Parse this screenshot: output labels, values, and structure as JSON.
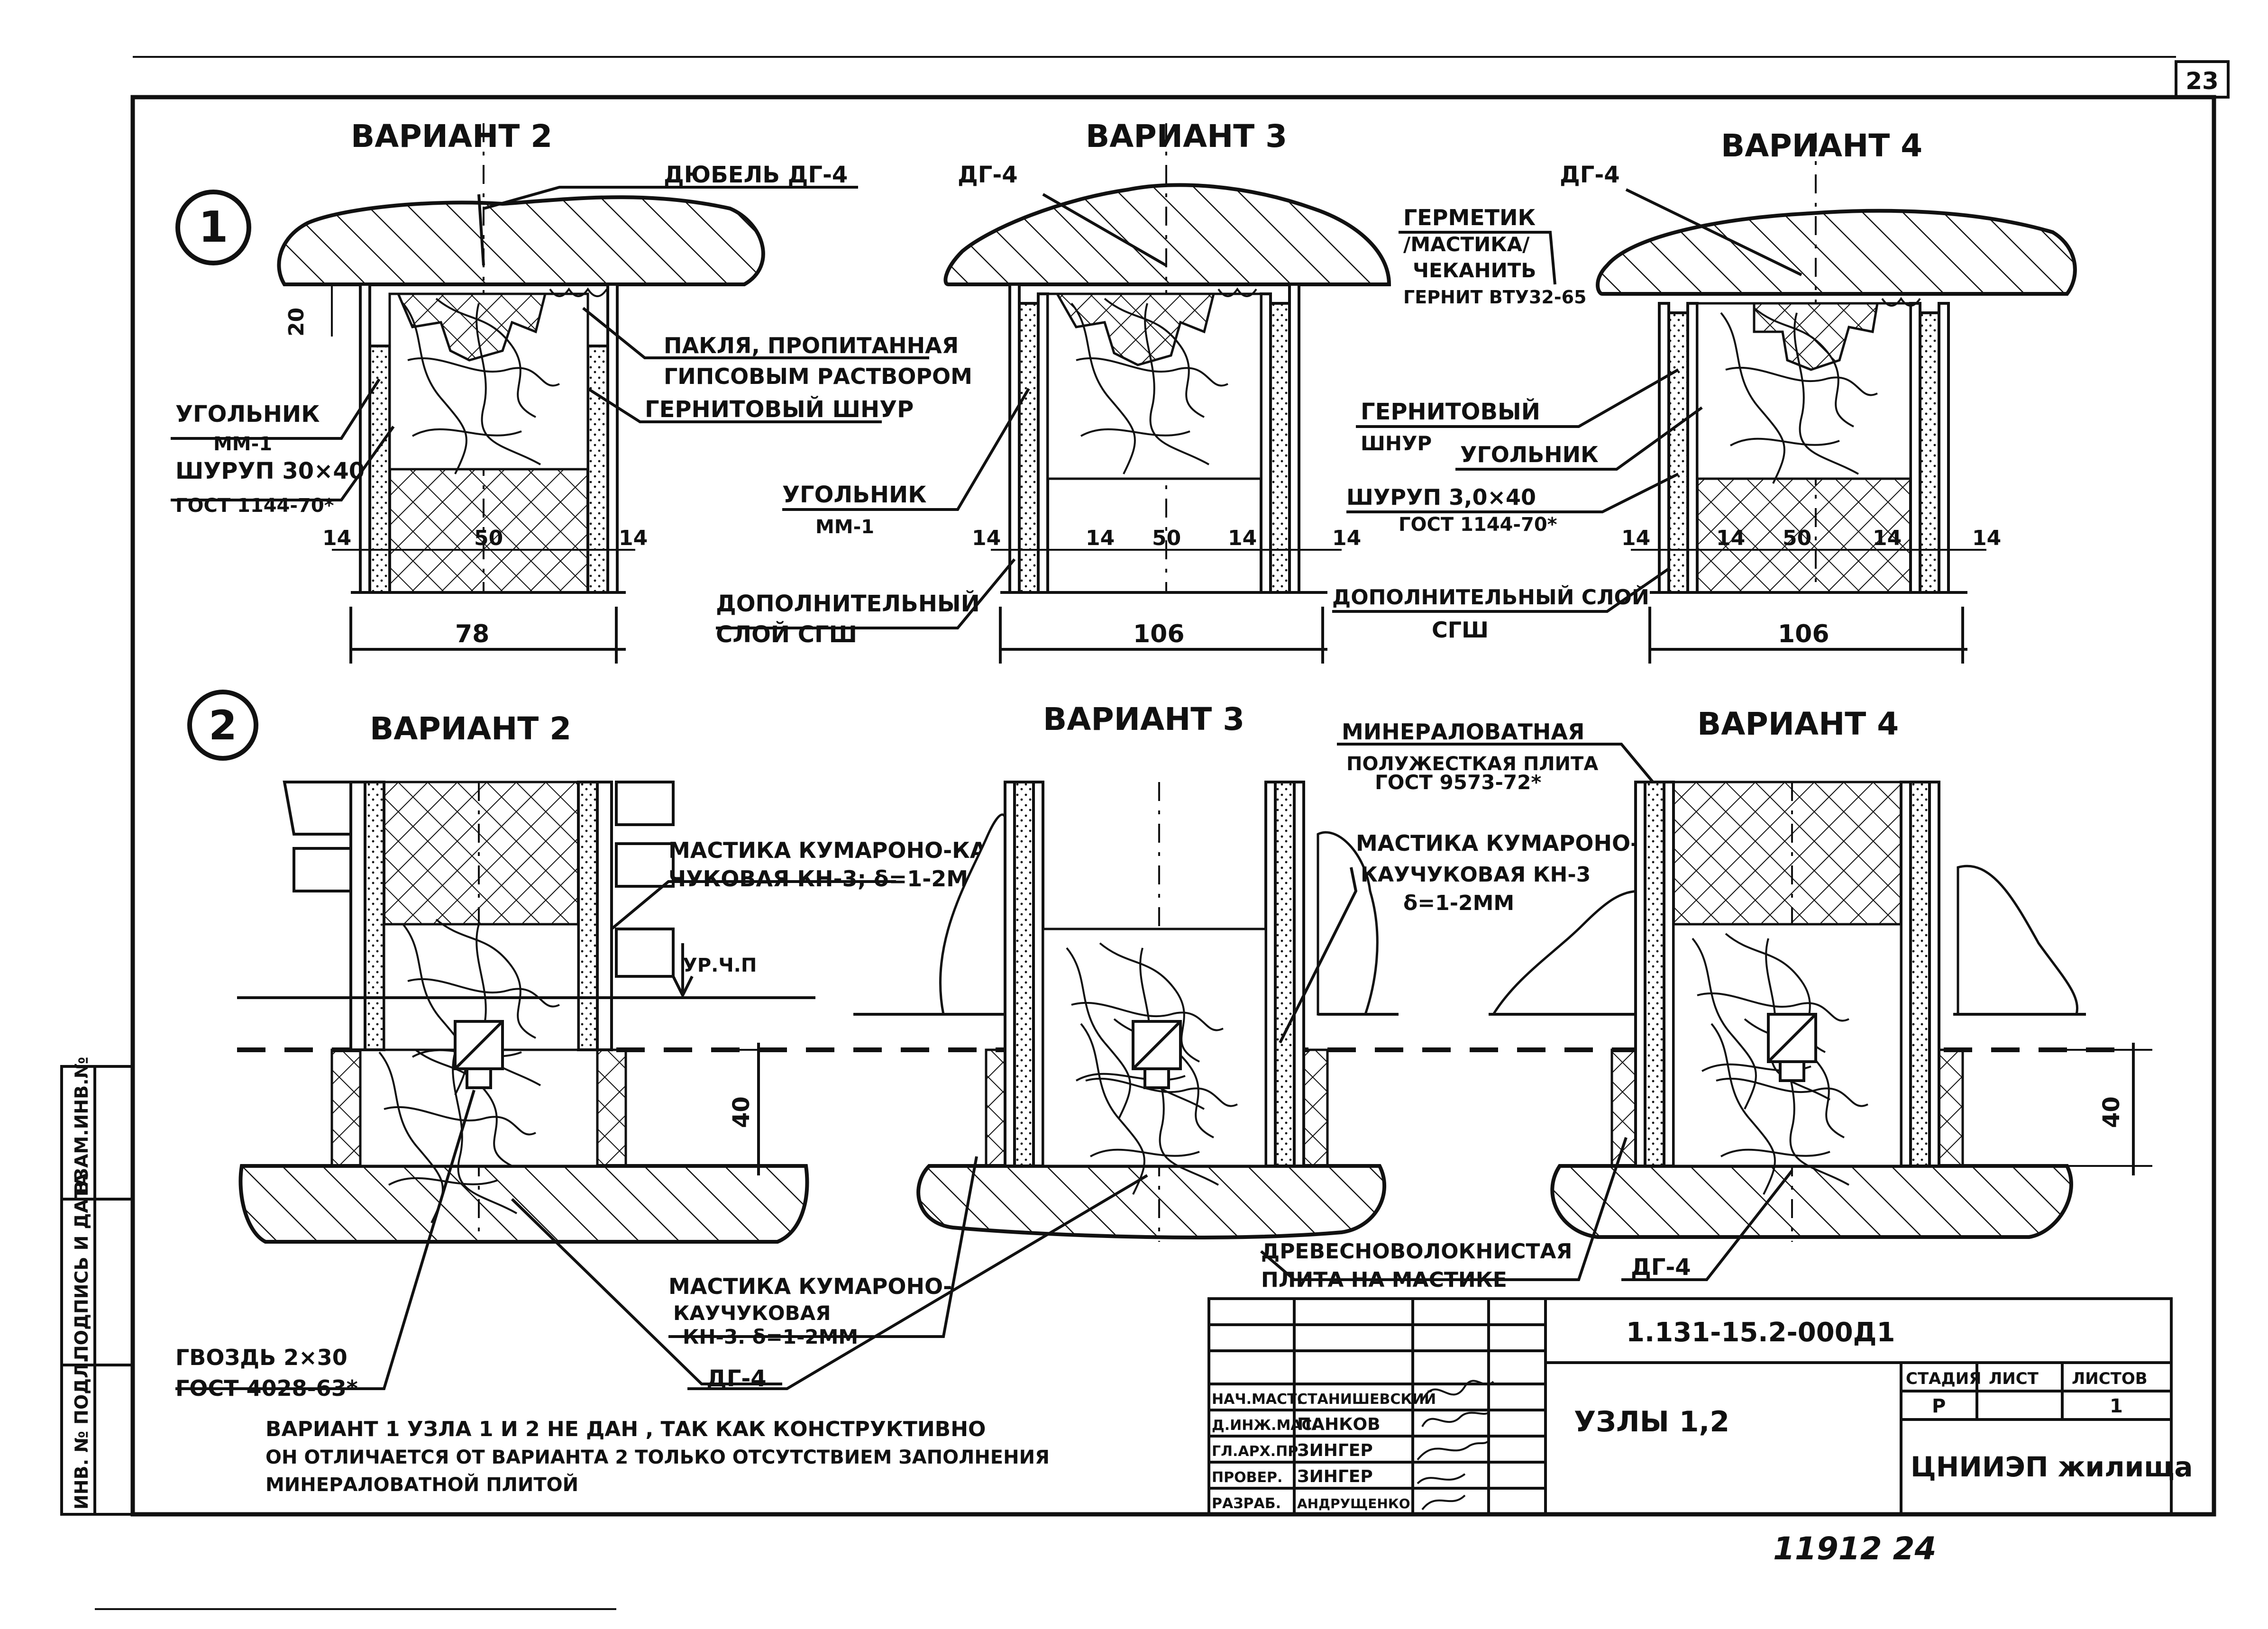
{
  "page": {
    "sheet_number": "23",
    "handwritten_number": "11912 24"
  },
  "side_stamp": {
    "inv_no": "ИНВ. № ПОДЛ.",
    "signature_date": "ПОДПИСЬ И ДАТА",
    "replaced_inv": "ВЗАМ.ИНВ.№"
  },
  "node1": {
    "number": "1",
    "variants": [
      {
        "title": "ВАРИАНТ 2",
        "callouts": {
          "dowel": "ДЮБЕЛЬ ДГ-4",
          "oakum_1": "ПАКЛЯ, ПРОПИТАННАЯ",
          "oakum_2": "ГИПСОВЫМ РАСТВОРОМ",
          "cord": "ГЕРНИТОВЫЙ ШНУР",
          "angle_1": "УГОЛЬНИК",
          "angle_2": "ММ-1",
          "screw_1": "ШУРУП 30×40",
          "screw_2": "ГОСТ 1144-70*"
        },
        "dims": {
          "vertical": "20",
          "left": "14",
          "mid": "50",
          "right": "14",
          "total": "78"
        }
      },
      {
        "title": "ВАРИАНТ 3",
        "callouts": {
          "dowel": "ДГ-4",
          "angle_1": "УГОЛЬНИК",
          "angle_2": "ММ-1",
          "layer_1": "ДОПОЛНИТЕЛЬНЫЙ",
          "layer_2": "СЛОЙ СГШ"
        },
        "dims": {
          "d1": "14",
          "d2": "14",
          "mid": "50",
          "d3": "14",
          "d4": "14",
          "total": "106"
        }
      },
      {
        "title": "ВАРИАНТ 4",
        "callouts": {
          "dowel": "ДГ-4",
          "sealant_1": "ГЕРМЕТИК",
          "sealant_2": "/МАСТИКА/",
          "sealant_3": "ЧЕКАНИТЬ",
          "sealant_4": "ГЕРНИТ ВТУ32-65",
          "cord_1": "ГЕРНИТОВЫЙ",
          "cord_2": "ШНУР",
          "angle": "УГОЛЬНИК",
          "screw_1": "ШУРУП 3,0×40",
          "screw_2": "ГОСТ 1144-70*",
          "layer_1": "ДОПОЛНИТЕЛЬНЫЙ СЛОЙ",
          "layer_2": "СГШ"
        },
        "dims": {
          "d1": "14",
          "d2": "14",
          "mid": "50",
          "d3": "14",
          "d4": "14",
          "total": "106"
        }
      }
    ]
  },
  "node2": {
    "number": "2",
    "variants": [
      {
        "title": "ВАРИАНТ 2",
        "callouts": {
          "mastic_1": "МАСТИКА КУМАРОНО-КАУ-",
          "mastic_2": "ЧУКОВАЯ КН-3; δ=1-2ММ",
          "floor_level": "УР.Ч.П"
        },
        "dims": {
          "height": "40"
        }
      },
      {
        "title": "ВАРИАНТ 3",
        "callouts": {
          "mineral_1": "МИНЕРАЛОВАТНАЯ",
          "mineral_2": "ПОЛУЖЕСТКАЯ ПЛИТА",
          "mineral_3": "ГОСТ 9573-72*",
          "mastic_1": "МАСТИКА КУМАРОНО-",
          "mastic_2": "КАУЧУКОВАЯ КН-3",
          "mastic_3": "δ=1-2ММ"
        }
      },
      {
        "title": "ВАРИАНТ 4",
        "dims": {
          "height": "40"
        }
      }
    ],
    "bottom_callouts": {
      "nail_1": "ГВОЗДЬ 2×30",
      "nail_2": "ГОСТ 4028-63*",
      "mastic_1": "МАСТИКА КУМАРОНО-",
      "mastic_2": "КАУЧУКОВАЯ",
      "mastic_3": "КН-3. δ=1-2ММ",
      "dowel": "ДГ-4",
      "fiberboard_1": "ДРЕВЕСНОВОЛОКНИСТАЯ",
      "fiberboard_2": "ПЛИТА НА МАСТИКЕ",
      "dowel_right": "ДГ-4"
    }
  },
  "note": {
    "line1": "ВАРИАНТ 1 УЗЛА 1 И 2 НЕ ДАН , ТАК КАК КОНСТРУКТИВНО",
    "line2": "ОН ОТЛИЧАЕТСЯ ОТ ВАРИАНТА 2 ТОЛЬКО ОТСУТСТВИЕМ ЗАПОЛНЕНИЯ",
    "line3": "МИНЕРАЛОВАТНОЙ ПЛИТОЙ"
  },
  "title_block": {
    "doc_code": "1.131-15.2-000Д1",
    "drawing_title": "УЗЛЫ 1,2",
    "stage_header": "СТАДИЯ",
    "sheet_header": "ЛИСТ",
    "sheets_header": "ЛИСТОВ",
    "stage": "Р",
    "sheet": "",
    "sheets": "1",
    "organization": "ЦНИИЭП жилища",
    "roles": [
      {
        "role": "НАЧ.МАСТ.",
        "name": "СТАНИШЕВСКИЙ"
      },
      {
        "role": "Д.ИНЖ.МАС.",
        "name": "ПАНКОВ"
      },
      {
        "role": "ГЛ.АРХ.ПР.",
        "name": "ЗИНГЕР"
      },
      {
        "role": "ПРОВЕР.",
        "name": "ЗИНГЕР"
      },
      {
        "role": "РАЗРАБ.",
        "name": "АНДРУЩЕНКО"
      }
    ]
  }
}
